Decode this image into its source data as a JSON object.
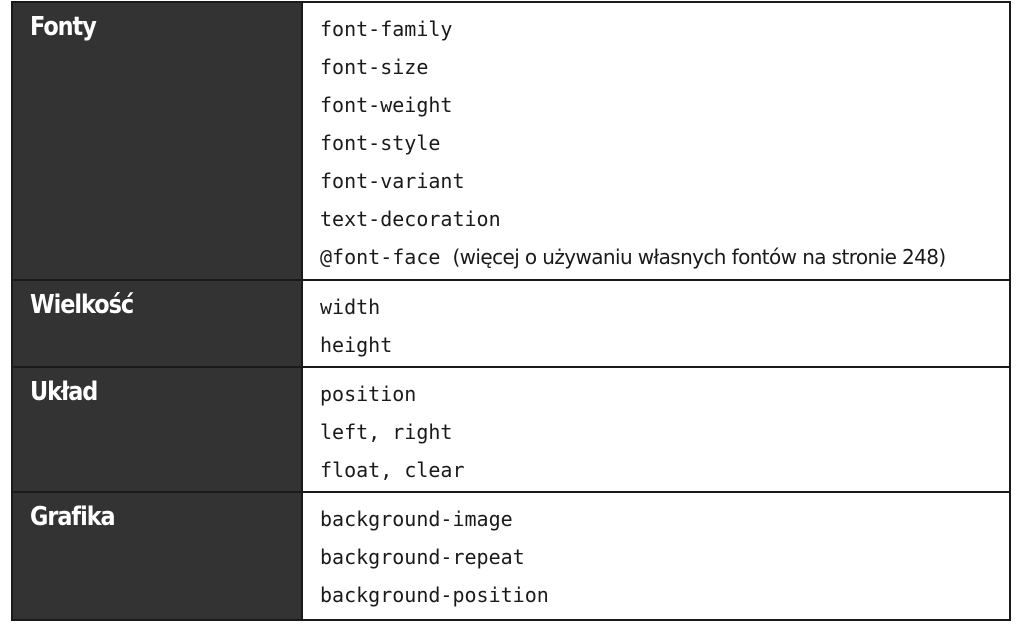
{
  "table": {
    "rows": [
      {
        "category": "Fonty",
        "properties": [
          "font-family",
          "font-size",
          "font-weight",
          "font-style",
          "font-variant",
          "text-decoration"
        ],
        "fontface": {
          "code": "@font-face",
          "note": "(więcej o używaniu własnych fontów na stronie 248)"
        }
      },
      {
        "category": "Wielkość",
        "properties": [
          "width",
          "height"
        ]
      },
      {
        "category": "Układ",
        "properties": [
          "position"
        ],
        "pairs": [
          {
            "a": "left",
            "sep": ",",
            "b": "right"
          },
          {
            "a": "float",
            "sep": ",",
            "b": "clear"
          }
        ]
      },
      {
        "category": "Grafika",
        "properties": [
          "background-image",
          "background-repeat",
          "background-position"
        ]
      }
    ]
  }
}
